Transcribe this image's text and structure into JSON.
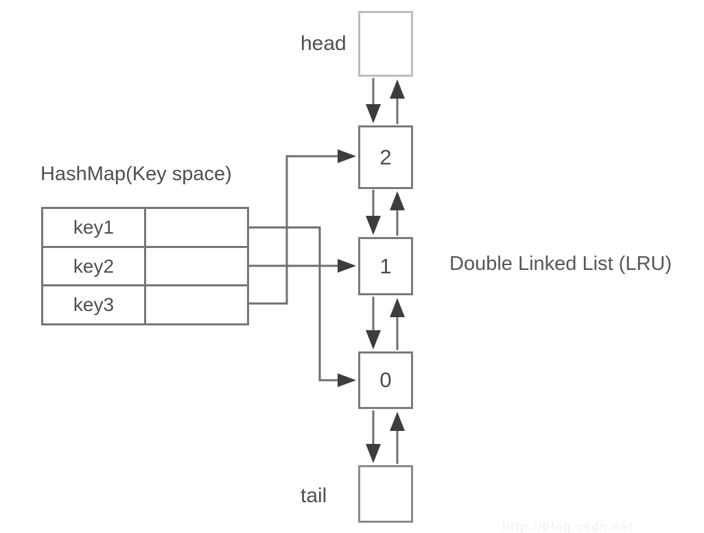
{
  "diagram": {
    "hashmap": {
      "title": "HashMap(Key space)",
      "rows": [
        {
          "key": "key1",
          "value": ""
        },
        {
          "key": "key2",
          "value": ""
        },
        {
          "key": "key3",
          "value": ""
        }
      ]
    },
    "linked_list": {
      "label": "Double Linked List (LRU)",
      "head_label": "head",
      "tail_label": "tail",
      "nodes": [
        "2",
        "1",
        "0"
      ],
      "order": [
        "head",
        "2",
        "1",
        "0",
        "tail"
      ]
    },
    "mappings": [
      {
        "from": "key1",
        "to": "node 0"
      },
      {
        "from": "key2",
        "to": "node 1"
      },
      {
        "from": "key3",
        "to": "node 2"
      }
    ],
    "watermark": "http://blog.csdn.net",
    "colors": {
      "background": "#ffffff",
      "node_border": "#7a7a7a",
      "head_border": "#bcbcbc",
      "tail_border": "#8a8a8a",
      "table_border": "#757575",
      "line": "#6e6e6e",
      "arrow": "#3d3d3d",
      "text": "#4f4f4f",
      "watermark_text": "#f0f0f0"
    }
  }
}
